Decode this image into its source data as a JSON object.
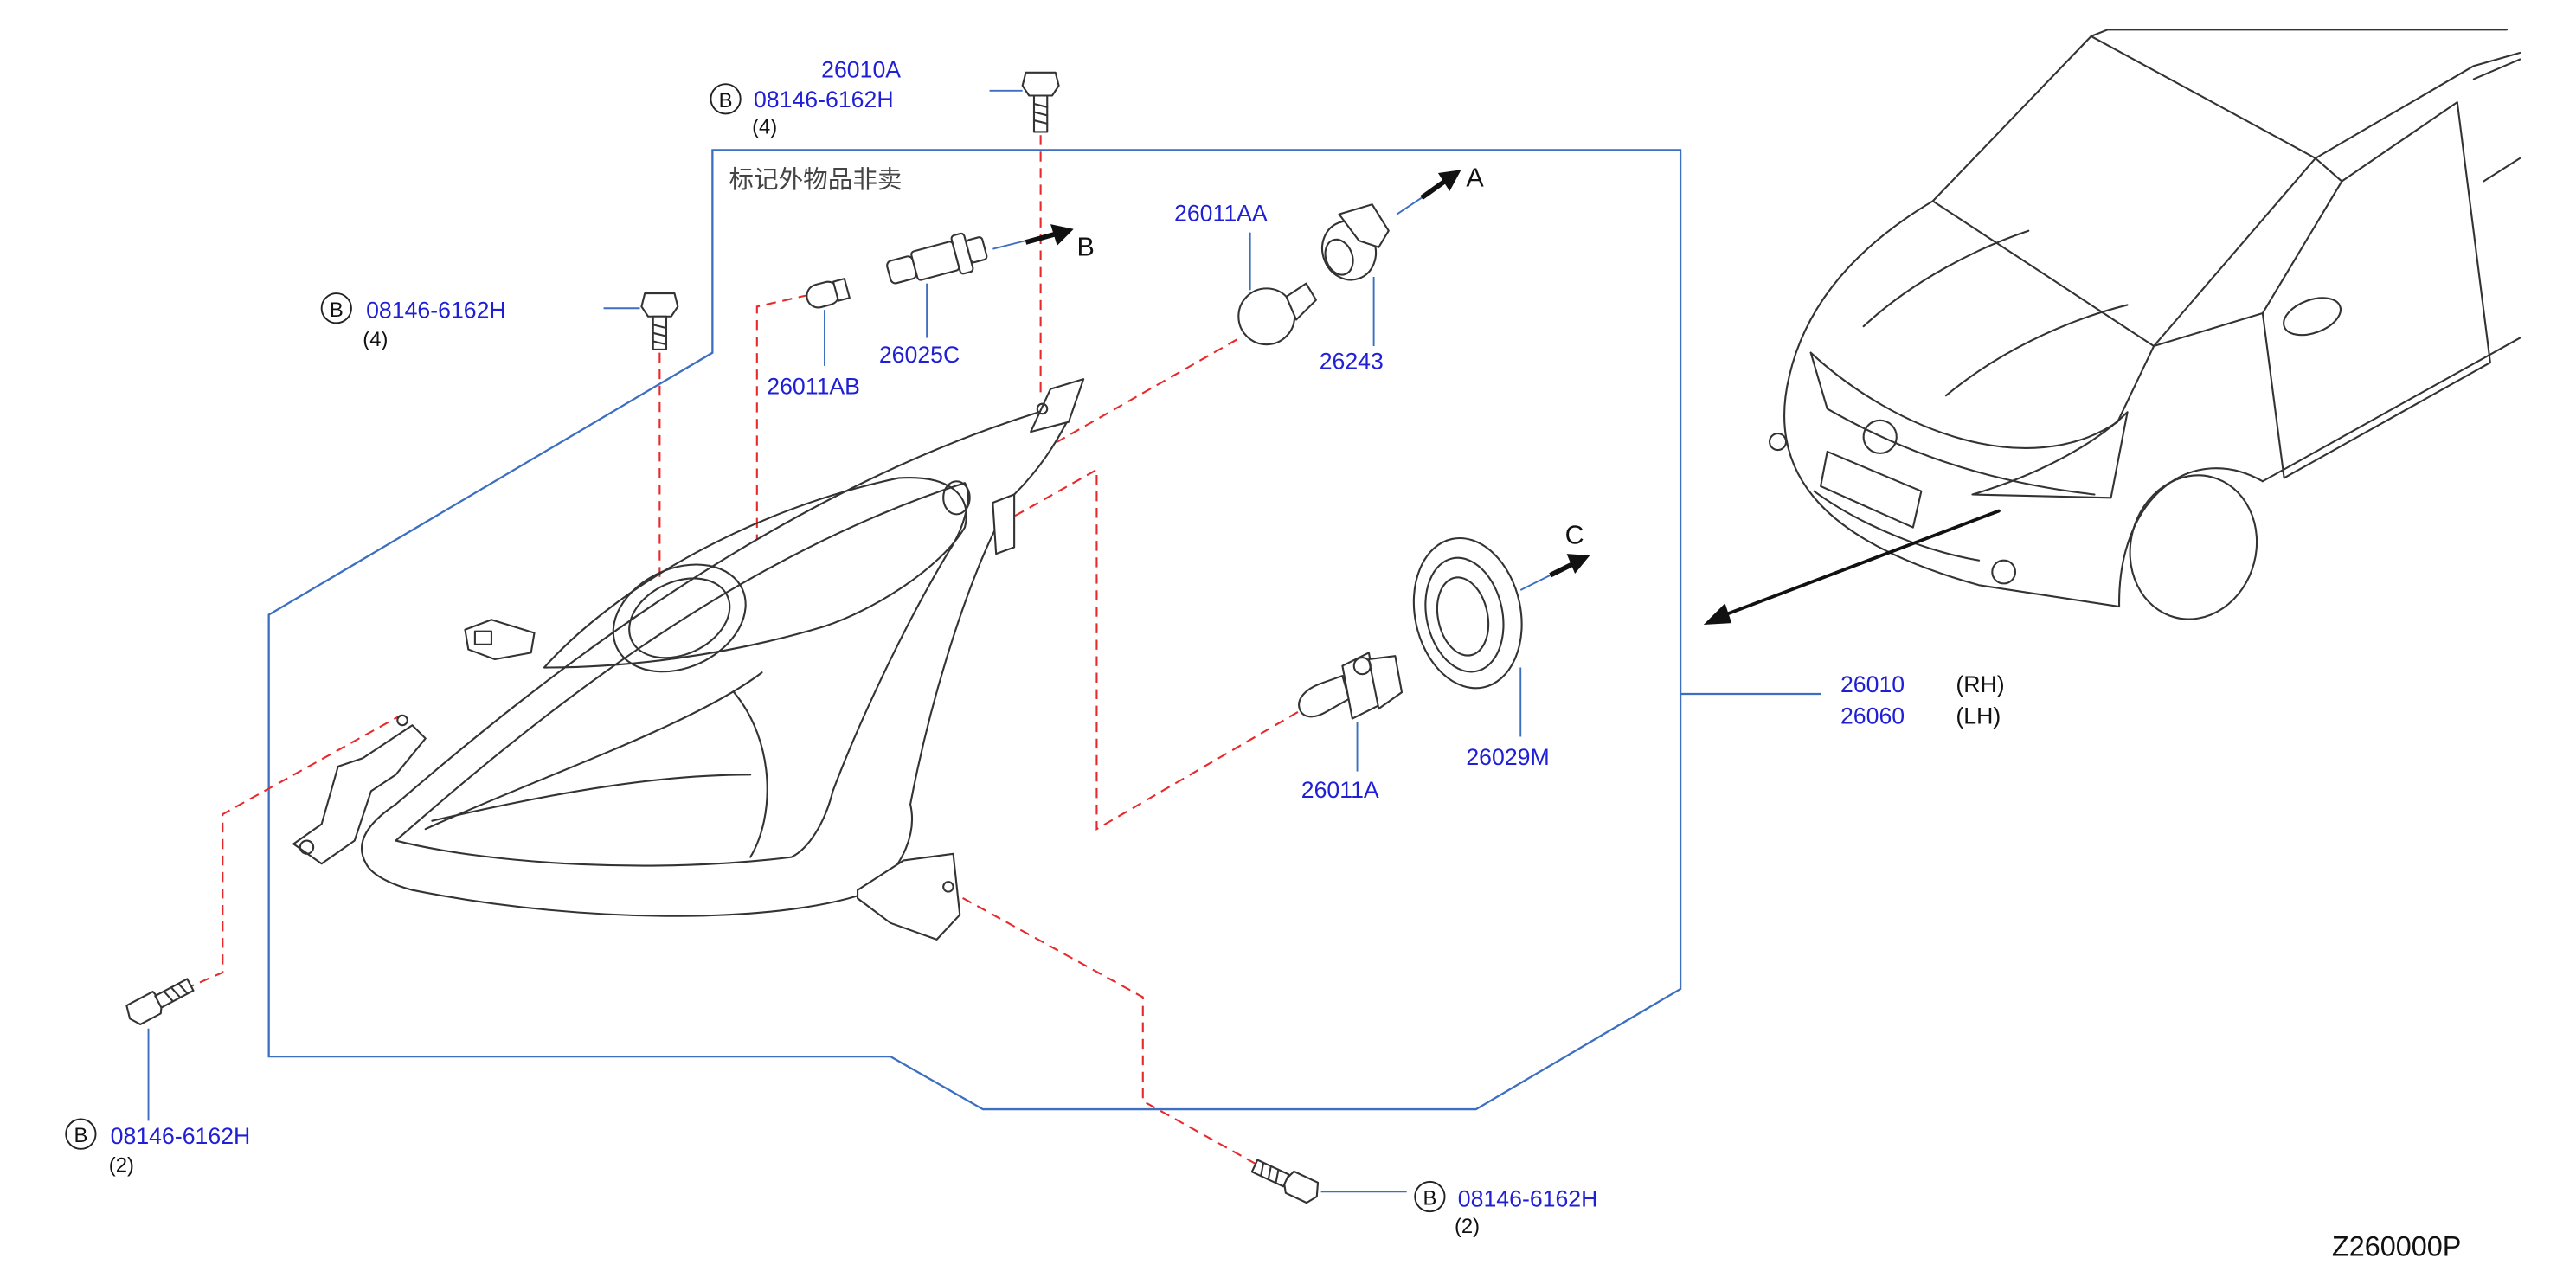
{
  "colors": {
    "part_label": "#1f1fd6",
    "leader": "#3c6fc2",
    "dashed": "#e8292b",
    "outline": "#3c6fc2",
    "ink": "#333333"
  },
  "notice": "标记外物品非卖",
  "drawing_code": "Z260000P",
  "bolts": {
    "top": {
      "label": "26010A",
      "ref": "B",
      "part": "08146-6162H",
      "qty": "(4)"
    },
    "left": {
      "ref": "B",
      "part": "08146-6162H",
      "qty": "(4)"
    },
    "bottom_left": {
      "ref": "B",
      "part": "08146-6162H",
      "qty": "(2)"
    },
    "bottom_right": {
      "ref": "B",
      "part": "08146-6162H",
      "qty": "(2)"
    }
  },
  "parts": {
    "bulb_small": "26011AB",
    "socket_small": "26025C",
    "bulb_turn": "26011AA",
    "socket_turn": "26243",
    "bulb_main": "26011A",
    "cap": "26029M"
  },
  "arrows": {
    "a": "A",
    "b": "B",
    "c": "C"
  },
  "assembly": [
    {
      "part": "26010",
      "side": "(RH)"
    },
    {
      "part": "26060",
      "side": "(LH)"
    }
  ]
}
